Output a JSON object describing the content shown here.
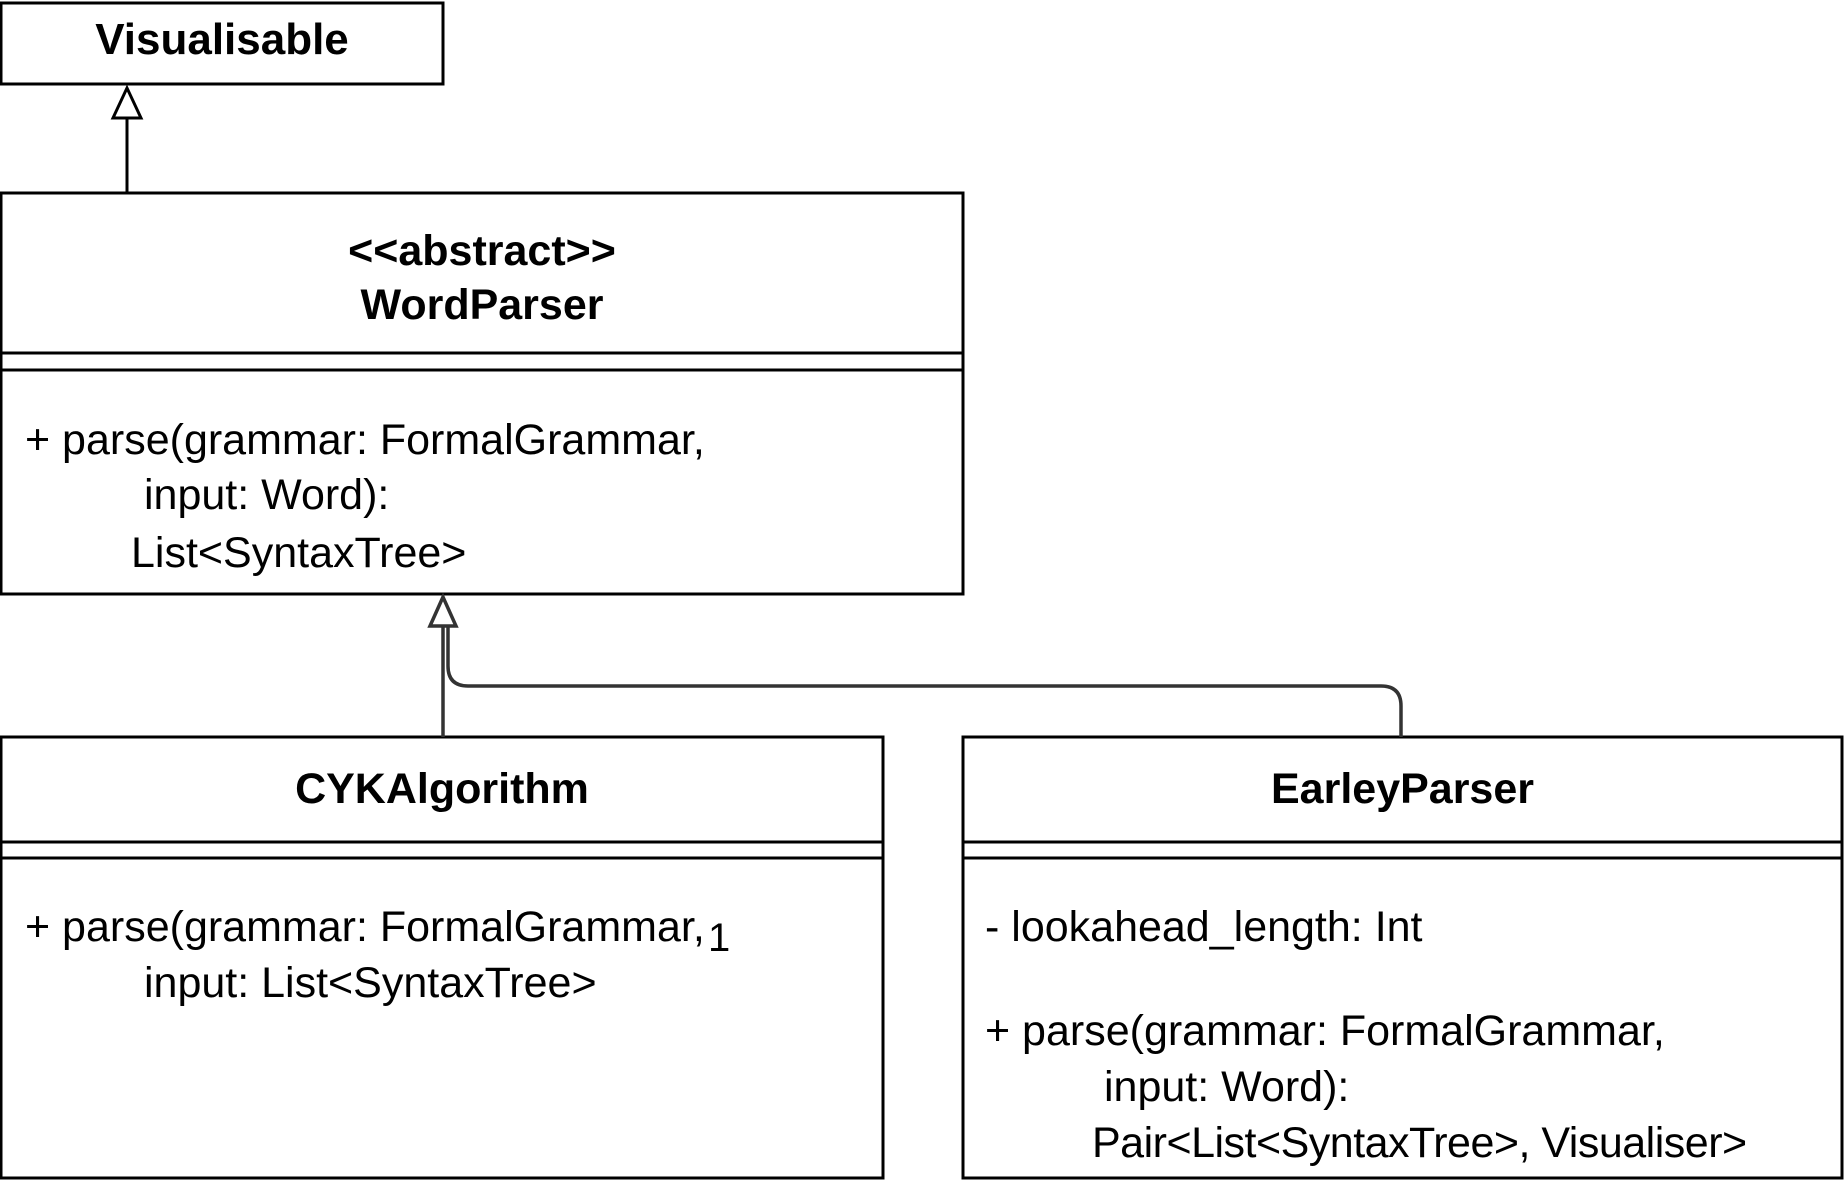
{
  "diagram": {
    "classes": {
      "visualisable": {
        "name": "Visualisable"
      },
      "word_parser": {
        "stereotype": "<<abstract>>",
        "name": "WordParser",
        "operation_lines": [
          "+ parse(grammar: FormalGrammar,",
          "input: Word):",
          "List<SyntaxTree>"
        ]
      },
      "cyk_algorithm": {
        "name": "CYKAlgorithm",
        "operation_lines": [
          "+ parse(grammar: FormalGrammar,",
          "input: List<SyntaxTree>"
        ]
      },
      "earley_parser": {
        "name": "EarleyParser",
        "attribute": "- lookahead_length: Int",
        "operation_lines": [
          "+ parse(grammar: FormalGrammar,",
          "input: Word):",
          "Pair<List<SyntaxTree>, Visualiser>"
        ]
      }
    },
    "relations": [
      {
        "type": "generalization",
        "from": "WordParser",
        "to": "Visualisable"
      },
      {
        "type": "generalization",
        "from": "CYKAlgorithm",
        "to": "WordParser"
      },
      {
        "type": "generalization",
        "from": "EarleyParser",
        "to": "WordParser"
      }
    ],
    "stray_mark": "1",
    "colors": {
      "stroke": "#000000",
      "connector": "#333333",
      "background": "#ffffff"
    }
  }
}
